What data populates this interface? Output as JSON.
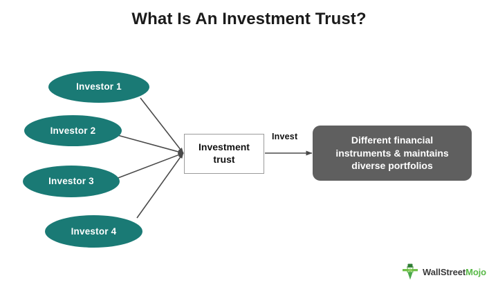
{
  "title": "What Is An Investment Trust?",
  "colors": {
    "background": "#ffffff",
    "investor_fill": "#1a7a75",
    "investor_text": "#ffffff",
    "trust_box_fill": "#ffffff",
    "trust_box_border": "#9a9a9a",
    "trust_box_text": "#111111",
    "outcome_fill": "#5f5f5f",
    "outcome_text": "#ffffff",
    "connector_line": "#4a4a4a",
    "title_text": "#1b1b1b",
    "logo_dark": "#3a3a3a",
    "logo_green": "#58b947"
  },
  "investors": [
    {
      "label": "Investor 1"
    },
    {
      "label": "Investor 2"
    },
    {
      "label": "Investor 3"
    },
    {
      "label": "Investor 4"
    }
  ],
  "trust": {
    "line1": "Investment",
    "line2": "trust"
  },
  "flow": {
    "invest_label": "Invest"
  },
  "outcome": {
    "line1": "Different financial",
    "line2": "instruments & maintains",
    "line3": "diverse portfolios"
  },
  "logo": {
    "icon": "wallstreetmojo-bull-icon",
    "text_primary": "WallStreet",
    "text_accent": "Mojo"
  }
}
